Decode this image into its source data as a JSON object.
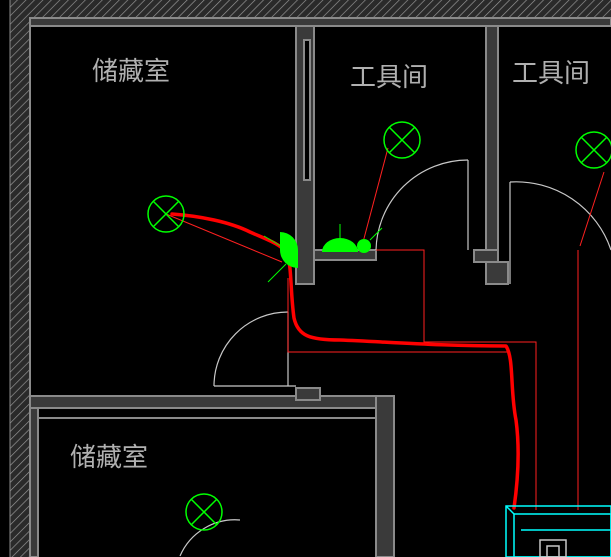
{
  "rooms": [
    {
      "label": "储藏室"
    },
    {
      "label": "工具间"
    },
    {
      "label": "工具间"
    },
    {
      "label": "储藏室"
    }
  ],
  "colors": {
    "background": "#000000",
    "wall_outline": "#8a8a8a",
    "wall_fill": "#3a3a3a",
    "hatch": "#9a9a9a",
    "door_swing": "#c8c8c8",
    "leader_lines": "#ff2020",
    "hand_drawn_route": "#ff0000",
    "fixtures": "#00ff00",
    "stair_fixture": "#00ffff",
    "room_text": "#b0b0b0"
  },
  "icons": [
    "ceiling-light-icon",
    "wall-lamp-icon",
    "switch-icon"
  ]
}
